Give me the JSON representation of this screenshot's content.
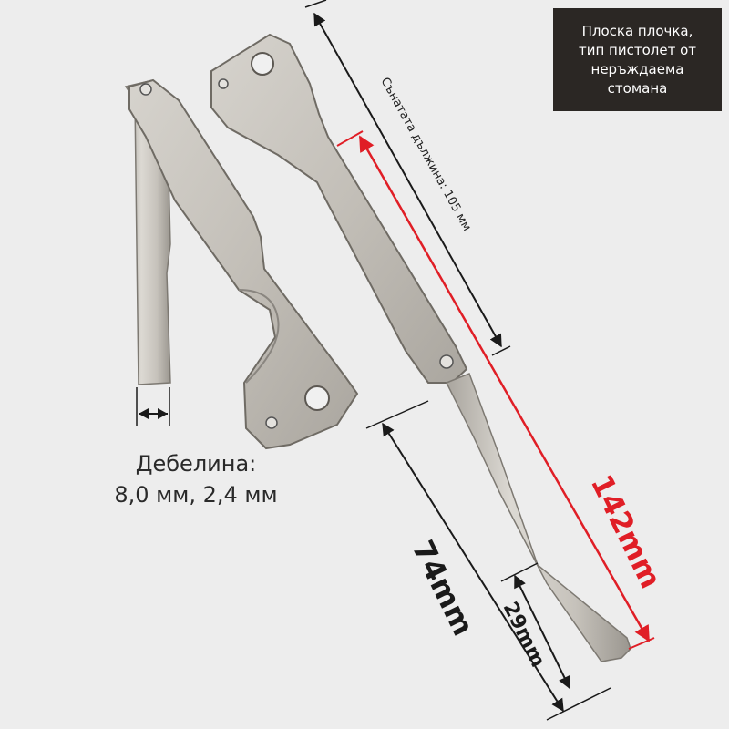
{
  "title_box": {
    "lines": [
      "Плоска плочка,",
      "тип пистолет от",
      "неръждаема",
      "стомана"
    ]
  },
  "thickness": {
    "line1": "Дебелина:",
    "line2": "8,0 мм, 2,4 мм"
  },
  "dimensions": {
    "folded_length": "Сънатата дължина: 105 мм",
    "total_length": "142mm",
    "blade_length": "74mm",
    "tip_length": "29mm"
  },
  "colors": {
    "steel_light": "#d9d6d0",
    "steel_mid": "#bdb9b1",
    "steel_dark": "#8c8880",
    "accent_red": "#e01e26",
    "title_bg": "#2b2724",
    "dim_line": "#1a1a1a"
  }
}
